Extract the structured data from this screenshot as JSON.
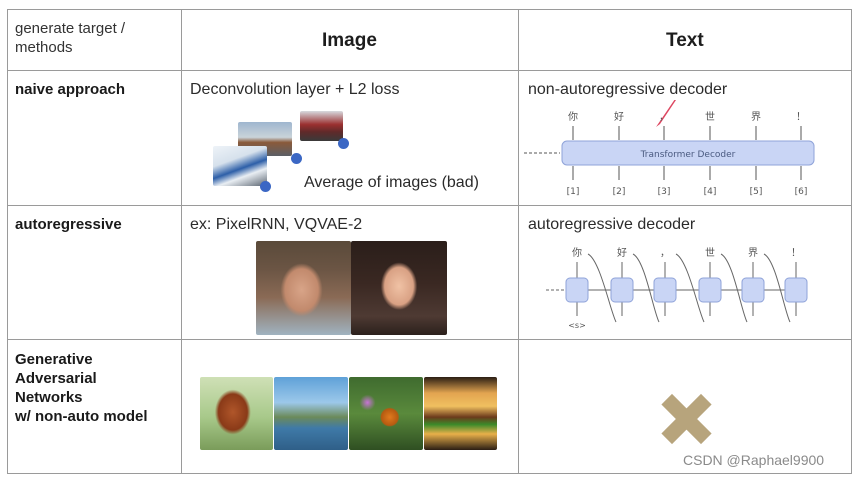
{
  "header": {
    "corner_label": "generate target / methods",
    "col_image": "Image",
    "col_text": "Text"
  },
  "rows": {
    "naive": {
      "label": "naive approach",
      "image_text": "Deconvolution layer + L2 loss",
      "image_caption": "Average of images (bad)",
      "text_title": "non-autoregressive decoder",
      "decoder_label": "Transformer Decoder",
      "output_tokens": [
        "你",
        "好",
        "，",
        "世",
        "界",
        "！"
      ],
      "input_tokens": [
        "[1]",
        "[2]",
        "[3]",
        "[4]",
        "[5]",
        "[6]"
      ]
    },
    "autoregressive": {
      "label": "autoregressive",
      "image_text": "ex: PixelRNN, VQVAE-2",
      "text_title": "autoregressive decoder",
      "output_tokens": [
        "你",
        "好",
        "，",
        "世",
        "界",
        "！"
      ],
      "start_token": "<s>"
    },
    "gan": {
      "label_lines": [
        "Generative",
        "Adversarial",
        "Networks",
        "w/ non-auto model"
      ]
    }
  },
  "colors": {
    "decoder_fill": "#c9d5f5",
    "decoder_stroke": "#8fa3d9",
    "dot": "#3b67c4",
    "cross": "#b7a47c",
    "pen_mark": "#d9324f"
  },
  "watermark": "CSDN @Raphael9900"
}
